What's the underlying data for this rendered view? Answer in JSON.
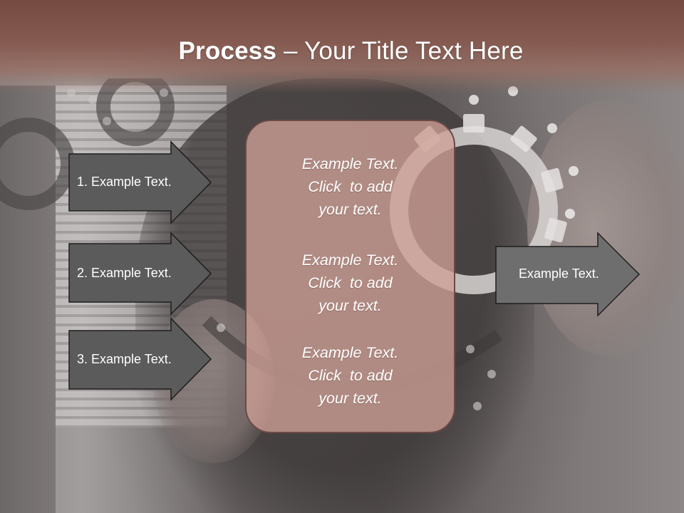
{
  "slide": {
    "title_bold": "Process",
    "title_sep": " – ",
    "title_rest": "Your Title Text Here"
  },
  "left_arrows": [
    {
      "label": "1. Example Text."
    },
    {
      "label": "2. Example Text."
    },
    {
      "label": "3. Example Text."
    }
  ],
  "center_box": {
    "blocks": [
      {
        "line1": "Example Text.",
        "line2": "Click  to add",
        "line3": "your text."
      },
      {
        "line1": "Example Text.",
        "line2": "Click  to add",
        "line3": "your text."
      },
      {
        "line1": "Example Text.",
        "line2": "Click  to add",
        "line3": "your text."
      }
    ]
  },
  "right_arrow": {
    "label": "Example Text."
  },
  "colors": {
    "header": "#7a4e44",
    "arrow_fill": "#5b5b5b",
    "arrow_stroke": "#1e1e1e",
    "box_fill": "#cea096",
    "box_stroke": "#6b4a45",
    "text": "#ffffff"
  }
}
